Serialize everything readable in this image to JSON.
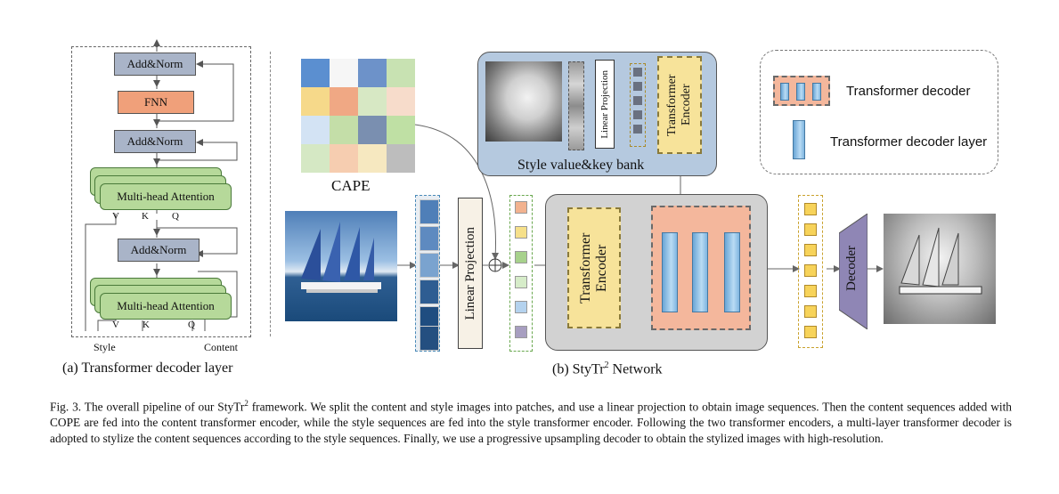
{
  "left_panel": {
    "add_norm_top": "Add&Norm",
    "fnn": "FNN",
    "add_norm_mid": "Add&Norm",
    "mha_top": "Multi-head Attention",
    "v1": "V",
    "k1": "K",
    "q1": "Q",
    "add_norm_bottom": "Add&Norm",
    "mha_bottom": "Multi-head Attention",
    "v2": "V",
    "k2": "K",
    "q2": "Q",
    "style": "Style",
    "content": "Content",
    "caption": "(a) Transformer decoder layer"
  },
  "right_panel": {
    "cape": "CAPE",
    "linear_projection_main": "Linear Projection",
    "style_bank_title": "Style value&key bank",
    "style_linear_projection": "Linear Projection",
    "style_encoder": "Transformer Encoder",
    "content_encoder": "Transformer Encoder",
    "decoder": "Decoder",
    "caption_prefix": "(b) StyTr",
    "caption_sup": "2",
    "caption_suffix": " Network"
  },
  "legend": {
    "decoder_label": "Transformer decoder",
    "layer_label": "Transformer decoder layer"
  },
  "figure_caption": {
    "part1": "Fig. 3.  The overall pipeline of our StyTr",
    "sup": "2",
    "part2": " framework. We split the content and style images into patches, and use a linear projection to obtain image sequences. Then the content sequences added with COPE are fed into the content transformer encoder, while the style sequences are fed into the style transformer encoder. Following the two transformer encoders, a multi-layer transformer decoder is adopted to stylize the content sequences according to the style sequences. Finally, we use a progressive upsampling decoder to obtain the stylized images with high-resolution."
  },
  "colors": {
    "cape_grid": [
      "#5b8fd0",
      "#f6f6f6",
      "#6d92c9",
      "#c8e2b2",
      "#f6d98a",
      "#f0a884",
      "#d7e8c4",
      "#f7dccb",
      "#d3e3f4",
      "#c4dea8",
      "#7a8fb0",
      "#bfe0a4",
      "#d5e8c4",
      "#f6cdb0",
      "#f6e8c0",
      "#bdbdbd"
    ],
    "content_seq": [
      "#f2b28f",
      "#f6e08a",
      "#a7d18c",
      "#d6ecc9",
      "#b4d2ee",
      "#a79ec0"
    ]
  }
}
